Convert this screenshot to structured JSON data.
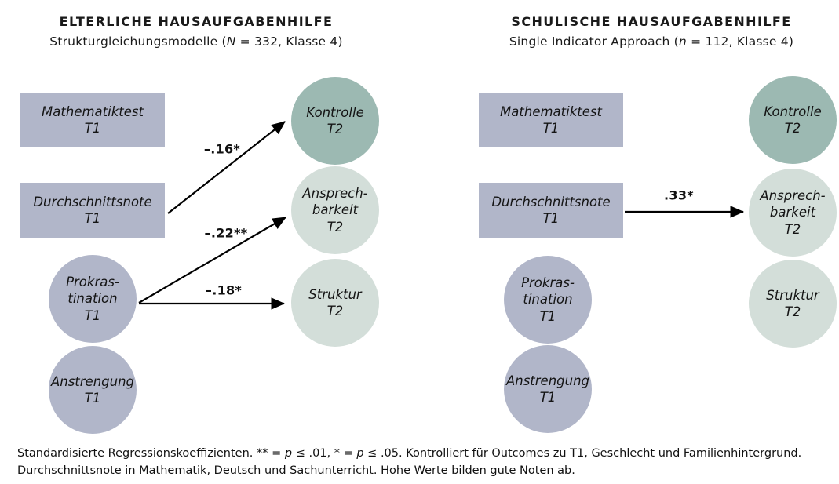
{
  "left_panel": {
    "title": "ELTERLICHE HAUSAUFGABENHILFE",
    "subtitle": {
      "pre": "Strukturgleichungsmodelle (",
      "var": "N",
      "post": " = 332, Klasse 4)"
    },
    "nodes": {
      "mathematiktest": "Mathematiktest\nT1",
      "durchschnittsnote": "Durchschnittsnote\nT1",
      "prokrastination": "Prokras-\ntination\nT1",
      "anstrengung": "Anstrengung\nT1",
      "kontrolle": "Kontrolle\nT2",
      "ansprechbarkeit": "Ansprech-\nbarkeit\nT2",
      "struktur": "Struktur\nT2"
    },
    "coefficients": {
      "durchschnittsnote_to_kontrolle": "–.16*",
      "prokrastination_to_ansprechbarkeit": "–.22**",
      "prokrastination_to_struktur": "–.18*"
    }
  },
  "right_panel": {
    "title": "SCHULISCHE HAUSAUFGABENHILFE",
    "subtitle": {
      "pre": "Single Indicator Approach (",
      "var": "n",
      "post": " = 112, Klasse 4)"
    },
    "nodes": {
      "mathematiktest": "Mathematiktest\nT1",
      "durchschnittsnote": "Durchschnittsnote\nT1",
      "prokrastination": "Prokras-\ntination\nT1",
      "anstrengung": "Anstrengung\nT1",
      "kontrolle": "Kontrolle\nT2",
      "ansprechbarkeit": "Ansprech-\nbarkeit\nT2",
      "struktur": "Struktur\nT2"
    },
    "coefficients": {
      "durchschnittsnote_to_ansprechbarkeit": ".33*"
    }
  },
  "caption": {
    "line1_part1": "Standardisierte Regressionskoeffizienten. ** = ",
    "line1_p1": "p",
    "line1_part2": " ≤ .01, * = ",
    "line1_p2": "p",
    "line1_part3": " ≤ .05. Kontrolliert für Outcomes zu T1, Geschlecht und Familienhintergrund.",
    "line2": "Durchschnittsnote in Mathematik, Deutsch und Sachunterricht. Hohe Werte bilden gute Noten ab."
  },
  "colors": {
    "predictor_fill": "#b1b6c9",
    "kontrolle_fill": "#9cb9b2",
    "outcome_fill": "#d3ded9",
    "arrow": "#000000",
    "background": "#ffffff"
  }
}
